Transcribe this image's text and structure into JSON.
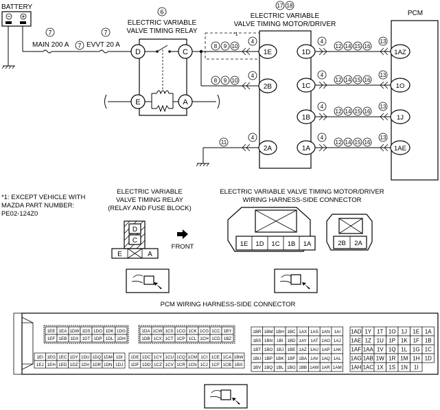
{
  "labels": {
    "battery": "BATTERY",
    "relay_title": [
      "ELECTRIC VARIABLE",
      "VALVE TIMING RELAY"
    ],
    "motor_title": [
      "ELECTRIC VARIABLE",
      "VALVE TIMING MOTOR/DRIVER"
    ],
    "pcm": "PCM",
    "main_fuse": "MAIN 200 A",
    "evvt_fuse": "EVVT 20 A",
    "footnote_mark": "*1",
    "footnote": [
      "*1: EXCEPT VEHICLE WITH",
      "MAZDA PART NUMBER:",
      "PE02-124Z0"
    ],
    "relay_conn_title": [
      "ELECTRIC VARIABLE",
      "VALVE TIMING RELAY",
      "(RELAY AND FUSE BLOCK)"
    ],
    "front": "FRONT",
    "motor_conn_title": [
      "ELECTRIC VARIABLE VALVE TIMING MOTOR/DRIVER",
      "WIRING HARNESS-SIDE CONNECTOR"
    ],
    "pcm_conn_title": "PCM WIRING HARNESS-SIDE CONNECTOR"
  },
  "callouts": {
    "relay": "6",
    "motor": [
      "17",
      "18"
    ],
    "main": "7",
    "between": "7",
    "evvt": "7",
    "ground_wire": "11",
    "wire_4": "4",
    "group_8_9_10": [
      "8",
      "9",
      "10"
    ],
    "group_12_14_15_16": [
      "12",
      "14",
      "15",
      "16"
    ],
    "pcm_13": "13"
  },
  "relay_terminals": [
    "D",
    "C",
    "E",
    "A"
  ],
  "motor_left_terminals": [
    "1E",
    "2B",
    "2A"
  ],
  "motor_right_terminals": [
    "1D",
    "1C",
    "1B",
    "1A"
  ],
  "pcm_terminals": [
    "1AZ",
    "1O",
    "1J",
    "1AE"
  ],
  "relay_connector": {
    "top": [
      "D",
      "C"
    ],
    "bottom": [
      "E",
      "",
      "A"
    ]
  },
  "motor_connector_main": [
    "1E",
    "1D",
    "1C",
    "1B",
    "1A"
  ],
  "motor_connector_small": [
    "2B",
    "2A"
  ],
  "pcm_connector": {
    "block1_top": [
      [
        "1EE",
        "1EA",
        "1DW",
        "1DS",
        "1DO",
        "1DK",
        "1DG"
      ],
      [
        "1EF",
        "1EB",
        "1DX",
        "1DT",
        "1DP",
        "1DL",
        "1DH"
      ]
    ],
    "block1_bottom": [
      [
        "1EI",
        "1EG",
        "1EC",
        "1DY",
        "1DU",
        "1DQ",
        "1DM",
        "1DI"
      ],
      [
        "1EJ",
        "1EH",
        "1ED",
        "1DZ",
        "1DV",
        "1DR",
        "1DN",
        "1DJ"
      ]
    ],
    "block2_top": [
      [
        "1DA",
        "1CW",
        "1CS",
        "1CO",
        "1CK",
        "1CG",
        "1CC",
        "1BY"
      ],
      [
        "1DB",
        "1CX",
        "1CT",
        "1CP",
        "1CL",
        "1CH",
        "1CD",
        "1BZ"
      ]
    ],
    "block2_bottom": [
      [
        "1DE",
        "1DC",
        "1CY",
        "1CU",
        "1CQ",
        "1CM",
        "1CI",
        "1CE",
        "1CA",
        "1BW"
      ],
      [
        "1DF",
        "1DD",
        "1CZ",
        "1CV",
        "1CR",
        "1CN",
        "1CJ",
        "1CF",
        "1CB",
        "1BX"
      ]
    ],
    "block3": [
      [
        "1BR",
        "1BM",
        "1BH",
        "1BC",
        "1AX",
        "1AS",
        "1AN",
        "1AI"
      ],
      [
        "1BS",
        "1BN",
        "1BI",
        "1BD",
        "1AY",
        "1AT",
        "1AO",
        "1AJ"
      ],
      [
        "1BT",
        "1BO",
        "1BJ",
        "1BE",
        "1AZ",
        "1AU",
        "1AP",
        "1AK"
      ],
      [
        "1BU",
        "1BP",
        "1BK",
        "1BF",
        "1BA",
        "1AV",
        "1AQ",
        "1AL"
      ],
      [
        "1BV",
        "1BQ",
        "1BL",
        "1BG",
        "1BB",
        "1AW",
        "1AR",
        "1AM"
      ]
    ],
    "block4": [
      [
        "1AD",
        "1Y",
        "1T",
        "1O",
        "1J",
        "1E",
        "1A"
      ],
      [
        "1AE",
        "1Z",
        "1U",
        "1P",
        "1K",
        "1F",
        "1B"
      ],
      [
        "1AF",
        "1AA",
        "1V",
        "1Q",
        "1L",
        "1G",
        "1C"
      ],
      [
        "1AG",
        "1AB",
        "1W",
        "1R",
        "1M",
        "1H",
        "1D"
      ],
      [
        "1AH",
        "1AC",
        "1X",
        "1S",
        "1N",
        "1I",
        ""
      ]
    ]
  }
}
